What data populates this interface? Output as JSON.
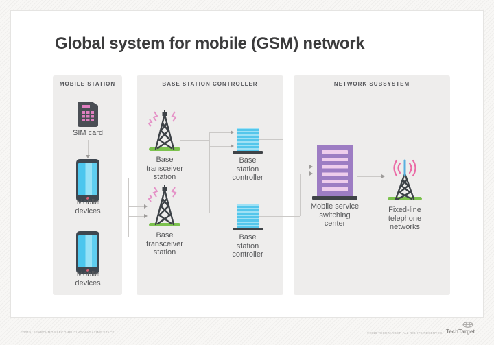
{
  "title": "Global system for mobile (GSM) network",
  "sections": {
    "mobile_station": {
      "header": "MOBILE STATION"
    },
    "base_station_controller": {
      "header": "BASE STATION CONTROLLER"
    },
    "network_subsystem": {
      "header": "NETWORK SUBSYSTEM"
    }
  },
  "nodes": {
    "sim_card": {
      "label": "SIM card",
      "icon": "sim-card-icon"
    },
    "mobile_device_1": {
      "label": "Mobile\ndevices",
      "icon": "smartphone-icon"
    },
    "mobile_device_2": {
      "label": "Mobile\ndevices",
      "icon": "smartphone-icon"
    },
    "base_transceiver_1": {
      "label": "Base\ntransceiver\nstation",
      "icon": "radio-tower-icon"
    },
    "base_transceiver_2": {
      "label": "Base\ntransceiver\nstation",
      "icon": "radio-tower-icon"
    },
    "base_station_controller_1": {
      "label": "Base\nstation\ncontroller",
      "icon": "server-stack-icon"
    },
    "base_station_controller_2": {
      "label": "Base\nstation\ncontroller",
      "icon": "server-stack-icon"
    },
    "mobile_switching_center": {
      "label": "Mobile service\nswitching\ncenter",
      "icon": "building-icon"
    },
    "fixed_line_networks": {
      "label": "Fixed-line\ntelephone\nnetworks",
      "icon": "antenna-tower-icon"
    }
  },
  "connections": [
    {
      "from": "sim_card",
      "to": "mobile_device_1"
    },
    {
      "from": "mobile_device_1",
      "to": "base_transceiver_2"
    },
    {
      "from": "mobile_device_2",
      "to": "base_transceiver_2"
    },
    {
      "from": "base_transceiver_1",
      "to": "base_station_controller_1"
    },
    {
      "from": "base_transceiver_2",
      "to": "base_station_controller_1"
    },
    {
      "from": "base_station_controller_1",
      "to": "mobile_switching_center"
    },
    {
      "from": "base_station_controller_2",
      "to": "mobile_switching_center"
    },
    {
      "from": "mobile_switching_center",
      "to": "fixed_line_networks"
    }
  ],
  "footer": {
    "left": "©2019, SEARCHMOBILECOMPUTING/MAGAZINE STACK",
    "right": "©2019 TECHTARGET. ALL RIGHTS RESERVED.",
    "brand": "TechTarget"
  },
  "colors": {
    "accent_cyan": "#54c6eb",
    "accent_purple": "#9d7dc3",
    "accent_pink": "#e07fc0",
    "accent_green": "#7cc24e",
    "panel_gray": "#eeedec",
    "line_gray": "#cbc9c7",
    "text_dark": "#3b3b3c"
  }
}
